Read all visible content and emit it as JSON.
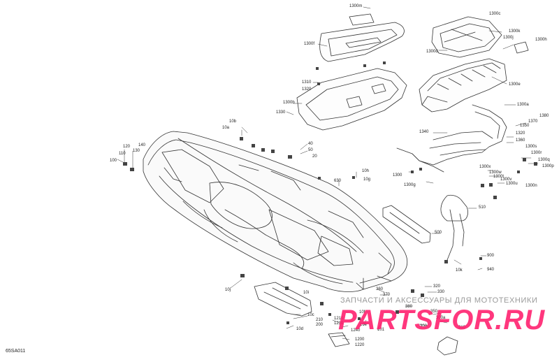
{
  "diagram_code": "65SA011",
  "watermark": {
    "tagline": "ЗАПЧАСТИ И АКСЕССУАРЫ ДЛЯ МОТОТЕХНИКИ",
    "logo_text": "PARTSFOR.RU"
  },
  "colors": {
    "line": "#333333",
    "watermark_pink": "#ff1c6c",
    "watermark_gray": "#9a9a9a"
  },
  "callouts": [
    {
      "id": "c1300m",
      "label": "1300m"
    },
    {
      "id": "c1300c",
      "label": "1300c"
    },
    {
      "id": "c1300f",
      "label": "1300f"
    },
    {
      "id": "c1300k",
      "label": "1300k"
    },
    {
      "id": "c1300j",
      "label": "1300j"
    },
    {
      "id": "c1300h",
      "label": "1300h"
    },
    {
      "id": "c1300d",
      "label": "1300d"
    },
    {
      "id": "c1300e",
      "label": "1300e"
    },
    {
      "id": "c1310",
      "label": "1310"
    },
    {
      "id": "c1320",
      "label": "1320"
    },
    {
      "id": "c1300b",
      "label": "1300b"
    },
    {
      "id": "c1330",
      "label": "1330"
    },
    {
      "id": "c1300a",
      "label": "1300a"
    },
    {
      "id": "c1380",
      "label": "1380"
    },
    {
      "id": "c1370",
      "label": "1370"
    },
    {
      "id": "c1350",
      "label": "1350"
    },
    {
      "id": "c1340",
      "label": "1340"
    },
    {
      "id": "c1320b",
      "label": "1320"
    },
    {
      "id": "c1360",
      "label": "1360"
    },
    {
      "id": "c1300s",
      "label": "1300s"
    },
    {
      "id": "c1300r",
      "label": "1300r"
    },
    {
      "id": "c1300q",
      "label": "1300q"
    },
    {
      "id": "c1300p",
      "label": "1300p"
    },
    {
      "id": "c1300x",
      "label": "1300x"
    },
    {
      "id": "c1300w",
      "label": "1300w"
    },
    {
      "id": "c1300t",
      "label": "1300t"
    },
    {
      "id": "c1300v",
      "label": "1300v"
    },
    {
      "id": "c1300u",
      "label": "1300u"
    },
    {
      "id": "c1300n",
      "label": "1300n"
    },
    {
      "id": "c1300",
      "label": "1300"
    },
    {
      "id": "c1300g",
      "label": "1300g"
    },
    {
      "id": "c10b",
      "label": "10b"
    },
    {
      "id": "c10a",
      "label": "10a"
    },
    {
      "id": "c40",
      "label": "40"
    },
    {
      "id": "c50",
      "label": "50"
    },
    {
      "id": "c20",
      "label": "20"
    },
    {
      "id": "c120",
      "label": "120"
    },
    {
      "id": "c140",
      "label": "140"
    },
    {
      "id": "c110",
      "label": "110"
    },
    {
      "id": "c130",
      "label": "130"
    },
    {
      "id": "c100",
      "label": "100"
    },
    {
      "id": "c10h",
      "label": "10h"
    },
    {
      "id": "c630",
      "label": "630"
    },
    {
      "id": "c10g",
      "label": "10g"
    },
    {
      "id": "c510",
      "label": "510"
    },
    {
      "id": "c500",
      "label": "500"
    },
    {
      "id": "c900",
      "label": "900"
    },
    {
      "id": "c10k",
      "label": "10k"
    },
    {
      "id": "c940",
      "label": "940"
    },
    {
      "id": "c10j",
      "label": "10j"
    },
    {
      "id": "c10i",
      "label": "10i"
    },
    {
      "id": "c360",
      "label": "360"
    },
    {
      "id": "c370",
      "label": "370"
    },
    {
      "id": "c320",
      "label": "320"
    },
    {
      "id": "c330",
      "label": "330"
    },
    {
      "id": "c380",
      "label": "380"
    },
    {
      "id": "c350",
      "label": "350"
    },
    {
      "id": "c300a",
      "label": "300a"
    },
    {
      "id": "c300",
      "label": "300"
    },
    {
      "id": "c310",
      "label": "310"
    },
    {
      "id": "c10c",
      "label": "10c"
    },
    {
      "id": "c10f",
      "label": "10f"
    },
    {
      "id": "c1210",
      "label": "1210"
    },
    {
      "id": "c1230",
      "label": "1230"
    },
    {
      "id": "c210",
      "label": "210"
    },
    {
      "id": "c200",
      "label": "200"
    },
    {
      "id": "c10e",
      "label": "10e"
    },
    {
      "id": "c101",
      "label": "101"
    },
    {
      "id": "c1240",
      "label": "1240"
    },
    {
      "id": "c10d",
      "label": "10d"
    },
    {
      "id": "c1200",
      "label": "1200"
    },
    {
      "id": "c1220",
      "label": "1220"
    }
  ]
}
